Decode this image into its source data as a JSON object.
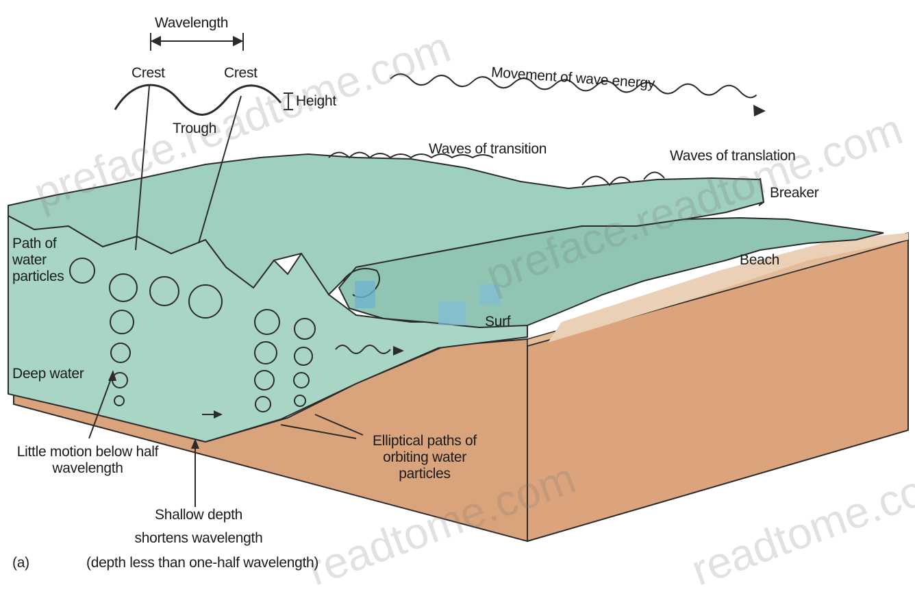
{
  "figure_letter": "(a)",
  "labels": {
    "wavelength": "Wavelength",
    "crest_left": "Crest",
    "crest_right": "Crest",
    "height": "Height",
    "trough": "Trough",
    "movement": "Movement of wave energy",
    "waves_transition": "Waves of transition",
    "waves_translation": "Waves of translation",
    "breaker": "Breaker",
    "beach": "Beach",
    "surf": "Surf",
    "path_of_water_particles": "Path of water particles",
    "deep_water": "Deep water",
    "little_motion": "Little motion below half wavelength",
    "elliptical": "Elliptical paths of orbiting water particles",
    "shallow_1": "Shallow depth",
    "shallow_2": "shortens wavelength",
    "shallow_3": "(depth less than one-half wavelength)"
  },
  "watermarks": [
    "preface.readtome.com",
    "preface.readtome.com",
    "readtome.com",
    "readtome.com"
  ],
  "colors": {
    "water": "#a9d6c6",
    "water_dark": "#7fbfae",
    "sand": "#dca77f",
    "sand_dark": "#c98f66",
    "line": "#2b2b2b"
  }
}
